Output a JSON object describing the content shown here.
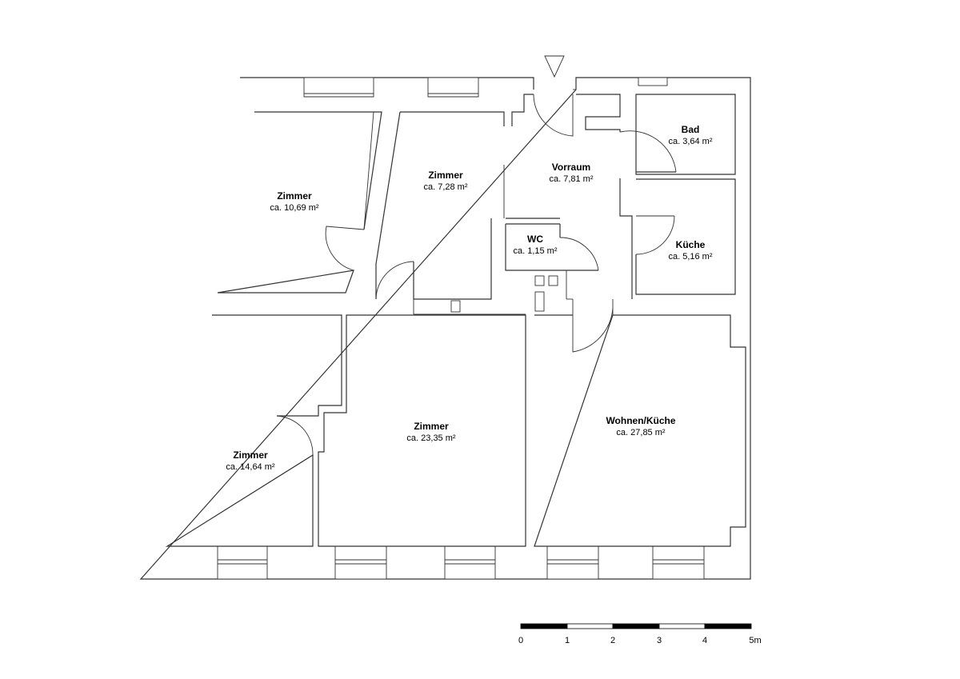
{
  "rooms": [
    {
      "id": "zimmer-nw",
      "name": "Zimmer",
      "area": "ca. 10,69 m²"
    },
    {
      "id": "zimmer-n",
      "name": "Zimmer",
      "area": "ca. 7,28 m²"
    },
    {
      "id": "vorraum",
      "name": "Vorraum",
      "area": "ca. 7,81 m²"
    },
    {
      "id": "bad",
      "name": "Bad",
      "area": "ca. 3,64 m²"
    },
    {
      "id": "wc",
      "name": "WC",
      "area": "ca. 1,15 m²"
    },
    {
      "id": "kueche",
      "name": "Küche",
      "area": "ca. 5,16 m²"
    },
    {
      "id": "zimmer-sw",
      "name": "Zimmer",
      "area": "ca. 14,64 m²"
    },
    {
      "id": "zimmer-s",
      "name": "Zimmer",
      "area": "ca. 23,35 m²"
    },
    {
      "id": "wohnen",
      "name": "Wohnen/Küche",
      "area": "ca. 27,85 m²"
    }
  ],
  "scale_bar": {
    "labels": [
      "0",
      "1",
      "2",
      "3",
      "4",
      "5m"
    ]
  },
  "colors": {
    "line": "#333333",
    "background": "#ffffff"
  },
  "icons": {
    "entrance": "entrance-arrow-icon"
  }
}
